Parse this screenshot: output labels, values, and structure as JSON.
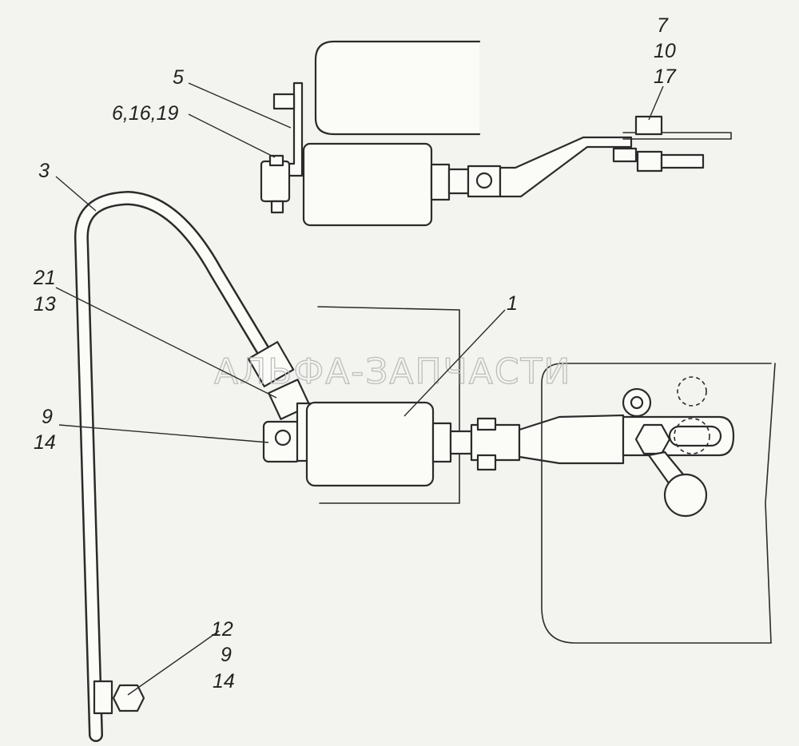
{
  "watermark": "АЛЬФА-ЗАПЧАСТИ",
  "callouts": {
    "c5": "5",
    "c6_16_19": "6,16,19",
    "c3": "3",
    "c7": "7",
    "c10": "10",
    "c17": "17",
    "c21": "21",
    "c13": "13",
    "c1": "1",
    "c9": "9",
    "c14": "14",
    "c12b": "12",
    "c9b": "9",
    "c14b": "14"
  }
}
